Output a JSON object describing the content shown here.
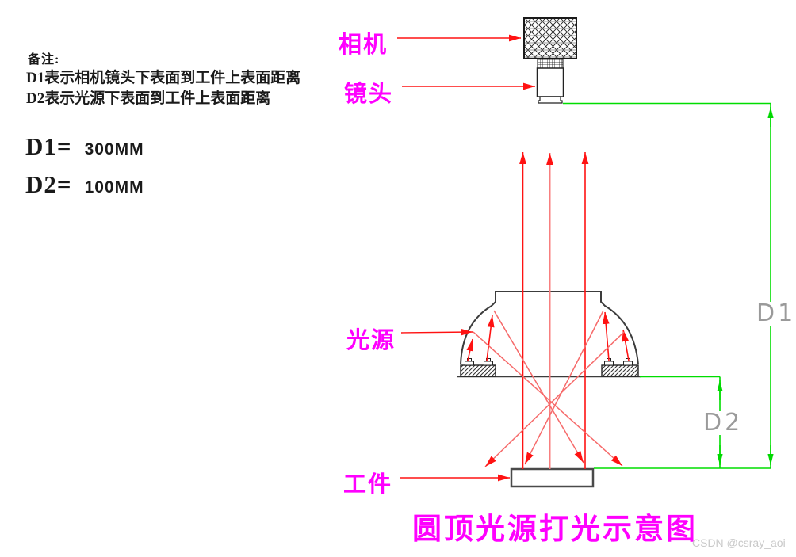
{
  "notes": {
    "title": "备注:",
    "line1": "D1表示相机镜头下表面到工件上表面距离",
    "line2": "D2表示光源下表面到工件上表面距离"
  },
  "distances": {
    "d1_label": "D1=",
    "d1_value": "300MM",
    "d2_label": "D2=",
    "d2_value": "100MM"
  },
  "part_labels": {
    "camera": "相机",
    "lens": "镜头",
    "light_source": "光源",
    "workpiece": "工件"
  },
  "dimension_labels": {
    "d1": "D1",
    "d2": "D2"
  },
  "caption": "圆顶光源打光示意图",
  "watermark": "CSDN @csray_aoi",
  "colors": {
    "label_magenta": "#ff00ff",
    "ray_red": "#ff1212",
    "ray_light_red": "#f66a6a",
    "dimension_green": "#00dd00",
    "dim_text_gray": "#9a9a9a",
    "outline_dark": "#3c3c3c"
  }
}
